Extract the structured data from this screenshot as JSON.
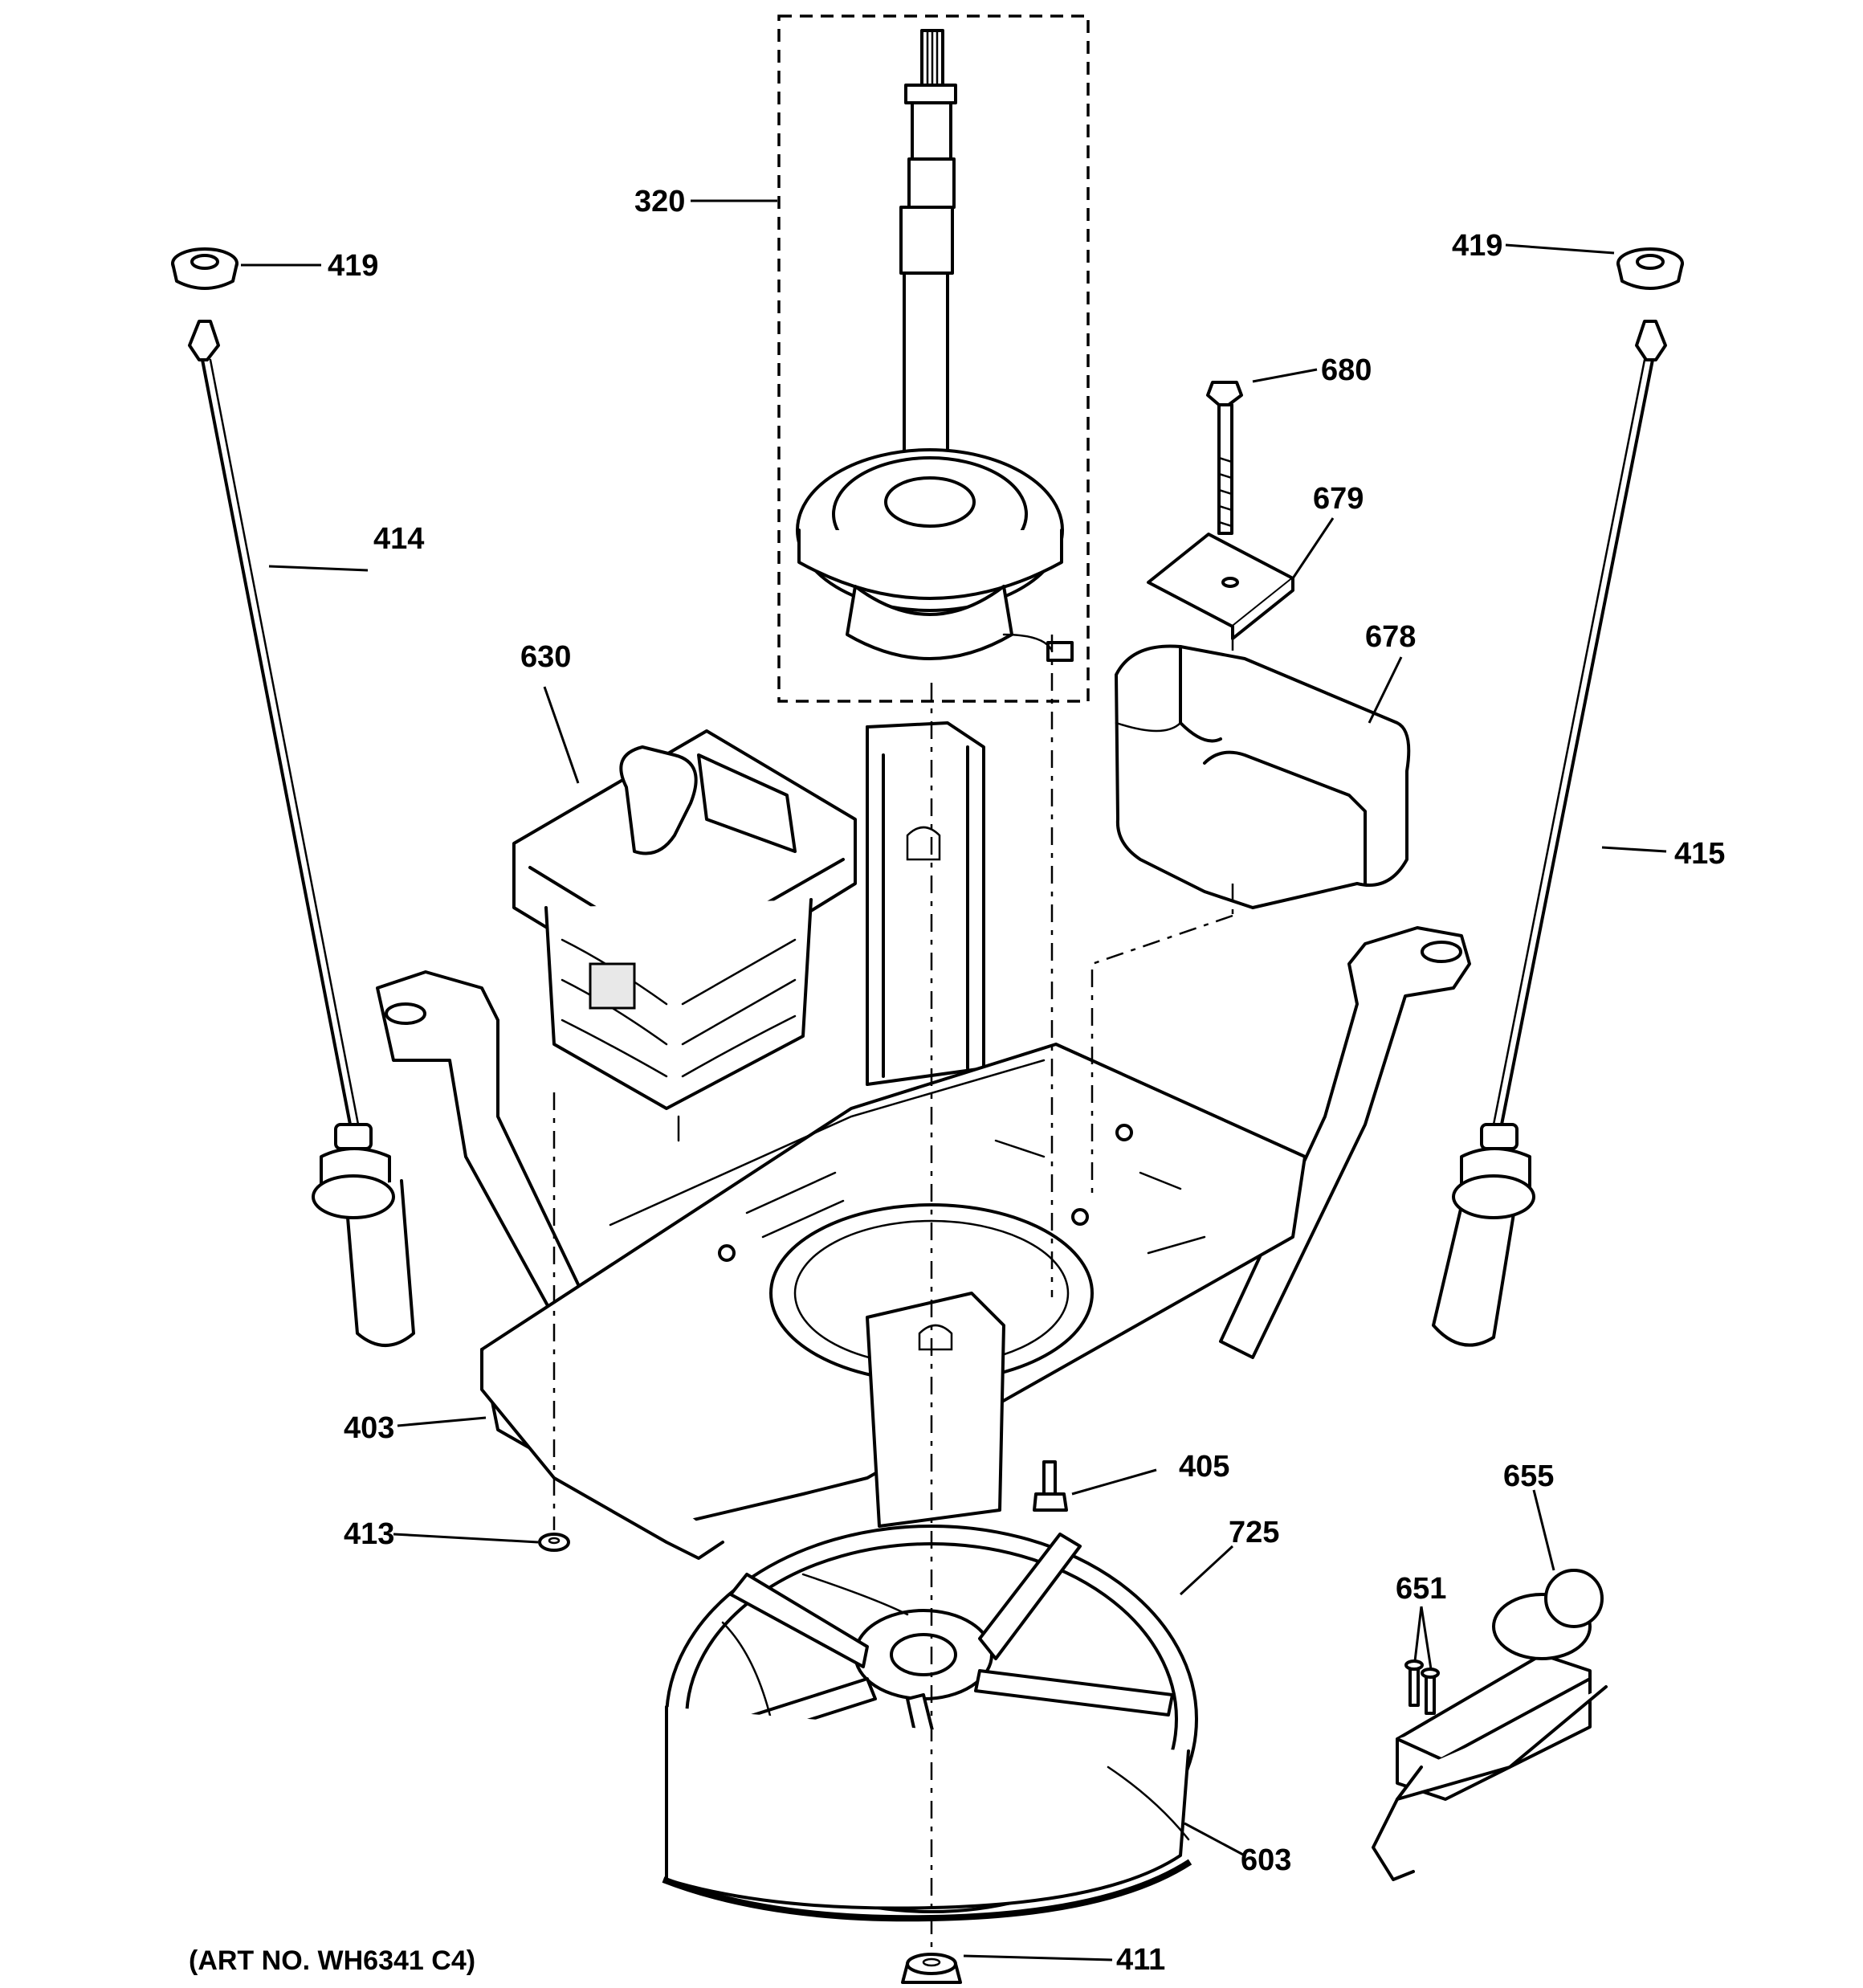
{
  "diagram": {
    "part_labels": {
      "p320": "320",
      "p419_left": "419",
      "p419_right": "419",
      "p680": "680",
      "p679": "679",
      "p678": "678",
      "p414": "414",
      "p630": "630",
      "p415": "415",
      "p403": "403",
      "p405": "405",
      "p655": "655",
      "p413": "413",
      "p725": "725",
      "p651": "651",
      "p603": "603",
      "p411": "411"
    },
    "art_number": "(ART NO. WH6341 C4)"
  }
}
